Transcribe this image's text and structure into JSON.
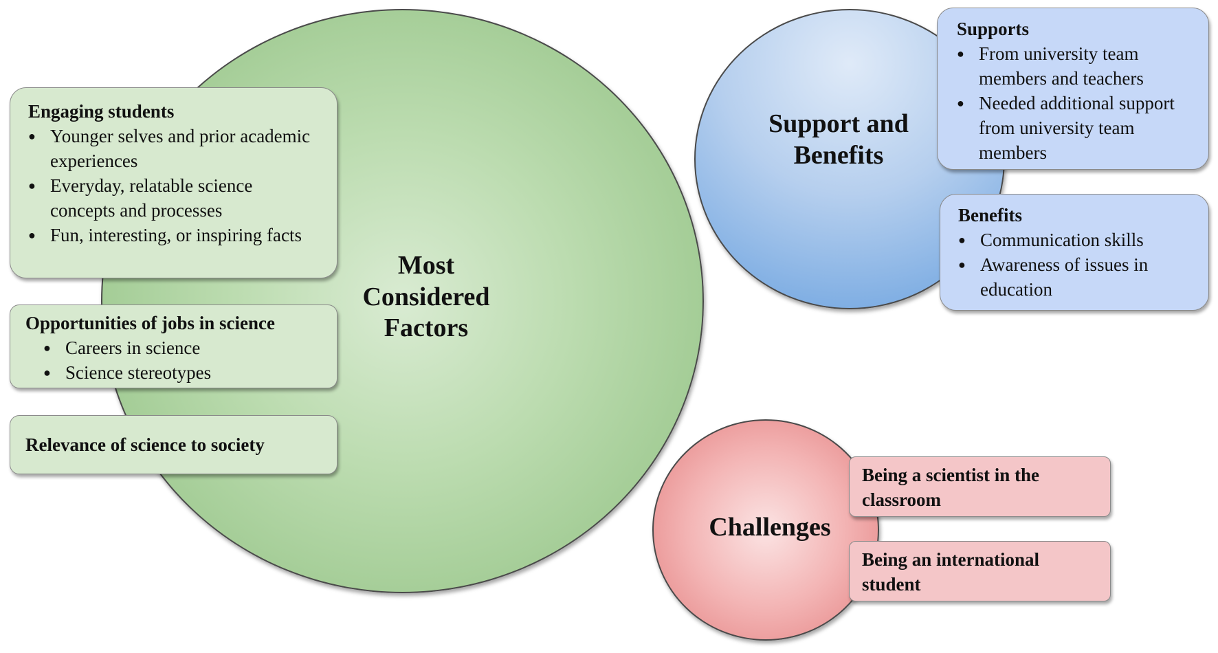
{
  "circles": {
    "most_considered": "Most Considered Factors",
    "support_benefits": "Support and Benefits",
    "challenges": "Challenges"
  },
  "engaging": {
    "title": "Engaging students",
    "items": [
      "Younger selves and prior academic experiences",
      "Everyday, relatable science concepts and processes",
      "Fun, interesting, or inspiring facts"
    ]
  },
  "jobs": {
    "title": "Opportunities of jobs in science",
    "items": [
      "Careers in science",
      "Science stereotypes"
    ]
  },
  "relevance": {
    "title": "Relevance of science to society"
  },
  "supports": {
    "title": "Supports",
    "items": [
      "From university team members and teachers",
      "Needed additional support from university team members"
    ]
  },
  "benefits": {
    "title": "Benefits",
    "items": [
      "Communication skills",
      "Awareness of issues in education"
    ]
  },
  "challenges_items": [
    "Being a scientist in the classroom",
    "Being an international student"
  ],
  "colors": {
    "green": "#9ec990",
    "blue": "#7faee3",
    "red": "#e68a8a"
  }
}
